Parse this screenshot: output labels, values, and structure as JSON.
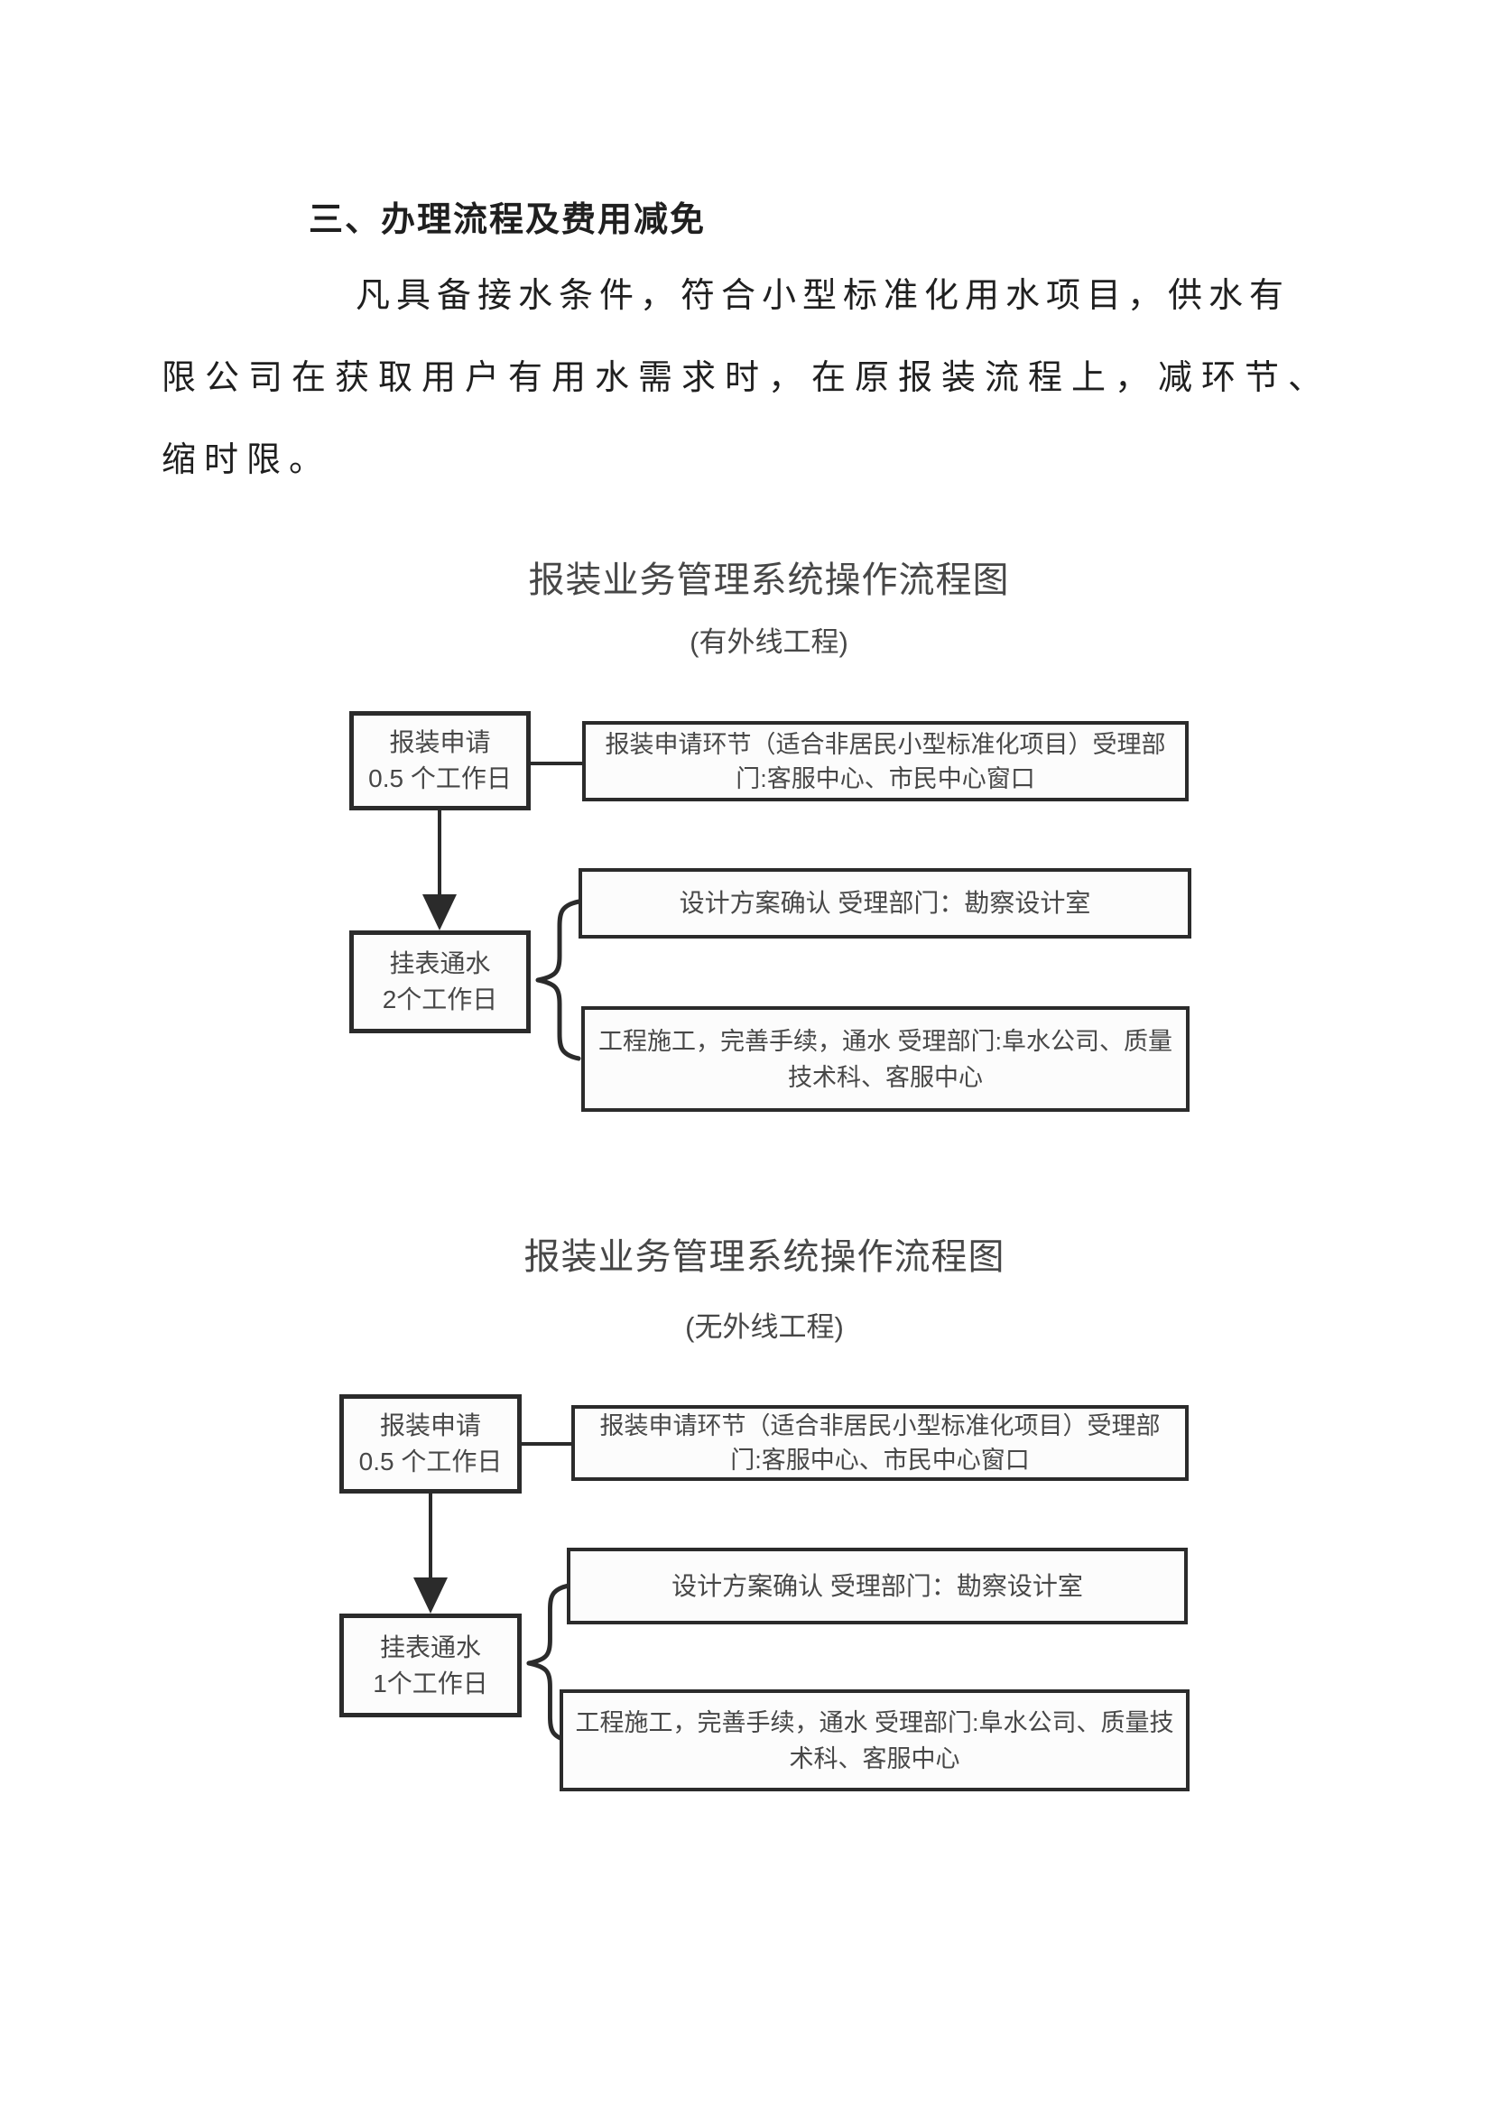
{
  "colors": {
    "page-bg": "#ffffff",
    "box-border": "#2b2b2b",
    "box-fill": "#fcfcfc",
    "connector": "#2b2b2b",
    "flow-text": "#474747",
    "body-text": "#1f1f1f"
  },
  "document": {
    "heading": "三、办理流程及费用减免",
    "paragraph_lines": [
      "凡具备接水条件，符合小型标准化用水项目，供水有",
      "限公司在获取用户有用水需求时，在原报装流程上，减环节、",
      "缩时限。"
    ]
  },
  "flowcharts": [
    {
      "title": "报装业务管理系统操作流程图",
      "subtitle": "(有外线工程)",
      "nodes": {
        "apply": "报装申请\n0.5 个工作日",
        "apply_detail": "报装申请环节（适合非居民小型标准化项目）受理部门:客服中心、市民中心窗口",
        "meter": "挂表通水\n2个工作日",
        "design_detail": "设计方案确认 受理部门：勘察设计室",
        "construction_detail": "工程施工，完善手续，通水 受理部门:阜水公司、质量技术科、客服中心"
      }
    },
    {
      "title": "报装业务管理系统操作流程图",
      "subtitle": "(无外线工程)",
      "nodes": {
        "apply": "报装申请\n0.5 个工作日",
        "apply_detail": "报装申请环节（适合非居民小型标准化项目）受理部门:客服中心、市民中心窗口",
        "meter": "挂表通水\n1个工作日",
        "design_detail": "设计方案确认 受理部门：勘察设计室",
        "construction_detail": "工程施工，完善手续，通水 受理部门:阜水公司、质量技术科、客服中心"
      }
    }
  ]
}
